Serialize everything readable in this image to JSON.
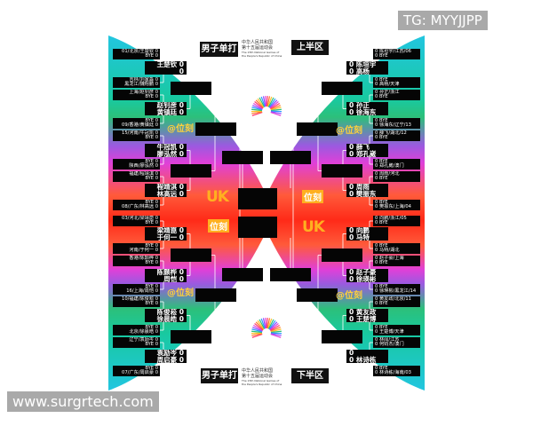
{
  "watermarks": {
    "top_right": "TG: MYYJJPP",
    "bottom_left": "www.surgrtech.com",
    "toutiao": "头条 @位刻",
    "at_weike": "@位刻",
    "weike": "位刻",
    "uk": "UK"
  },
  "header": {
    "event": "男子单打",
    "top_half": "上半区",
    "bottom_half": "下半区"
  },
  "games": {
    "line1": "中华人民共和国",
    "line2": "第十五届运动会",
    "line3": "The 15th National Games of",
    "line4": "the People's Republic of China"
  },
  "colors": {
    "box": "#050505",
    "accent": "#ffb020"
  },
  "left": {
    "r1": [
      [
        "01/北京/王楚钦 0",
        "BYE 0"
      ],
      [
        "吉林/刘家淼 0",
        "黑龙江/魏翔鹏 0"
      ],
      [
        "上海/赵钊彦 0",
        "BYE 0"
      ],
      [
        "BYE 0",
        "09/香港/黄镇廷 0"
      ],
      [
        "15/河南/牛冠凯 0",
        "BYE 0"
      ],
      [
        "BYE 0",
        "陕西/廖泓然 0"
      ],
      [
        "福建/程靖淇 0",
        "BYE 0"
      ],
      [
        "BYE 0",
        "08/广东/林高远 0"
      ],
      [
        "03/河北/梁靖崑 0",
        "BYE 0"
      ],
      [
        "BYE 0",
        "河南/于何一 0"
      ],
      [
        "香港/陈颢桦 0",
        "BYE 0"
      ],
      [
        "BYE 0",
        "16/上海/周恺 0"
      ],
      [
        "10/福建/陈俊菘 0",
        "BYE 0"
      ],
      [
        "BYE 0",
        "北京/徐晨皓 0"
      ],
      [
        "辽宁/袁励岑 0",
        "BYE 0"
      ],
      [
        "BYE 0",
        "07/广东/周启豪 0"
      ]
    ],
    "r2": [
      [
        "王楚钦 0",
        "0"
      ],
      [
        "赵钊彦 0",
        "黄镇廷 0"
      ],
      [
        "牛冠凯 0",
        "廖泓然 0"
      ],
      [
        "程靖淇 0",
        "林高远 0"
      ],
      [
        "梁靖崑 0",
        "于何一 0"
      ],
      [
        "陈颢桦 0",
        "周恺 0"
      ],
      [
        "陈俊菘 0",
        "徐晨皓 0"
      ],
      [
        "袁励岑 0",
        "周启豪 0"
      ]
    ]
  },
  "right": {
    "r1": [
      [
        "0 陈垣宇/江苏/06",
        "0 BYE"
      ],
      [
        "0 BYE",
        "0 高杨/天津"
      ],
      [
        "0 孙正/浙江",
        "0 BYE"
      ],
      [
        "0 BYE",
        "0 徐海东/辽宁/13"
      ],
      [
        "0 薛飞/湖北/12",
        "0 BYE"
      ],
      [
        "0 BYE",
        "0 郑孔崴/澳门"
      ],
      [
        "0 周雨/河北",
        "0 BYE"
      ],
      [
        "0 BYE",
        "0 樊振东/上海/04"
      ],
      [
        "0 向鹏/浙江/05",
        "0 BYE"
      ],
      [
        "0 BYE",
        "0 马特/湖北"
      ],
      [
        "0 赵子豪/上海",
        "0 BYE"
      ],
      [
        "0 BYE",
        "0 徐瑛彬/黑龙江/14"
      ],
      [
        "0 黄友政/北京/11",
        "0 BYE"
      ],
      [
        "0 BYE",
        "0 王楚博/天津"
      ],
      [
        "0 林闻/江苏",
        "0 何钧杰/澳门"
      ],
      [
        "0 BYE",
        "0 林诗栋/海南/03"
      ]
    ],
    "r2": [
      [
        "0 陈垣宇",
        "0 高杨"
      ],
      [
        "0 孙正",
        "0 徐海东"
      ],
      [
        "0 薛飞",
        "0 郑孔崴"
      ],
      [
        "0 周雨",
        "0 樊振东"
      ],
      [
        "0 向鹏",
        "0 马特"
      ],
      [
        "0 赵子豪",
        "0 徐瑛彬"
      ],
      [
        "0 黄友政",
        "0 王楚博"
      ],
      [
        "0",
        "0 林诗栋"
      ]
    ]
  }
}
